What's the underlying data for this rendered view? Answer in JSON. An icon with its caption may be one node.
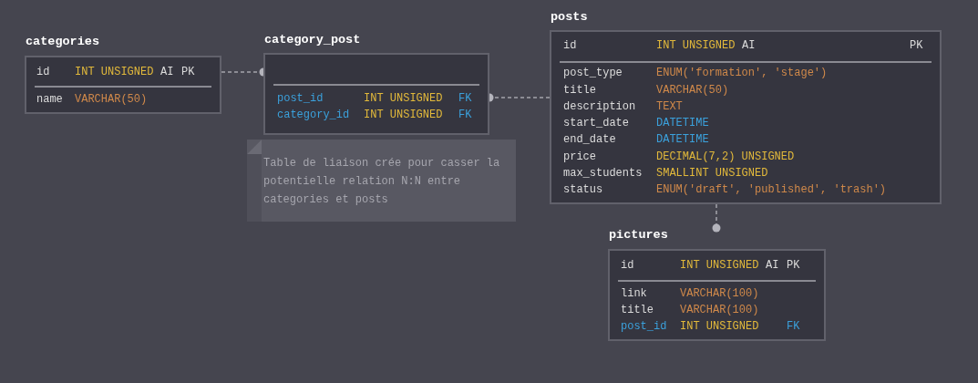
{
  "diagram": {
    "nodes": [
      {
        "text": [
          "categories",
          "id",
          "INT UNSIGNED",
          "AI",
          "PK",
          "name",
          "VARCHAR(50)"
        ]
      },
      {
        "text": [
          "category_post",
          "post_id",
          "INT UNSIGNED",
          "FK",
          "category_id",
          "INT UNSIGNED",
          "FK"
        ]
      },
      {
        "text": [
          "posts",
          "id",
          "INT UNSIGNED",
          "AI",
          "PK",
          "post_type",
          "ENUM('formation', 'stage')",
          "title",
          "VARCHAR(50)",
          "description",
          "TEXT",
          "start_date",
          "DATETIME",
          "end_date",
          "DATETIME",
          "price",
          "DECIMAL(7,2) UNSIGNED",
          "max_students",
          "SMALLINT UNSIGNED",
          "status",
          "ENUM('draft', 'published', 'trash')"
        ]
      },
      {
        "text": [
          "Table de liaison crée pour casser la potentielle relation N:N entre categories et posts"
        ]
      },
      {
        "text": [
          "pictures",
          "id",
          "INT UNSIGNED",
          "AI",
          "PK",
          "link",
          "VARCHAR(100)",
          "title",
          "VARCHAR(100)",
          "post_id",
          "INT UNSIGNED",
          "FK"
        ]
      }
    ],
    "edges": [
      {
        "from": 0,
        "to": 1,
        "arrow": "other",
        "style": "dashed"
      },
      {
        "from": 2,
        "to": 1,
        "arrow": "other",
        "style": "dashed"
      },
      {
        "from": 2,
        "to": 4,
        "arrow": "other",
        "style": "dashed"
      }
    ]
  }
}
